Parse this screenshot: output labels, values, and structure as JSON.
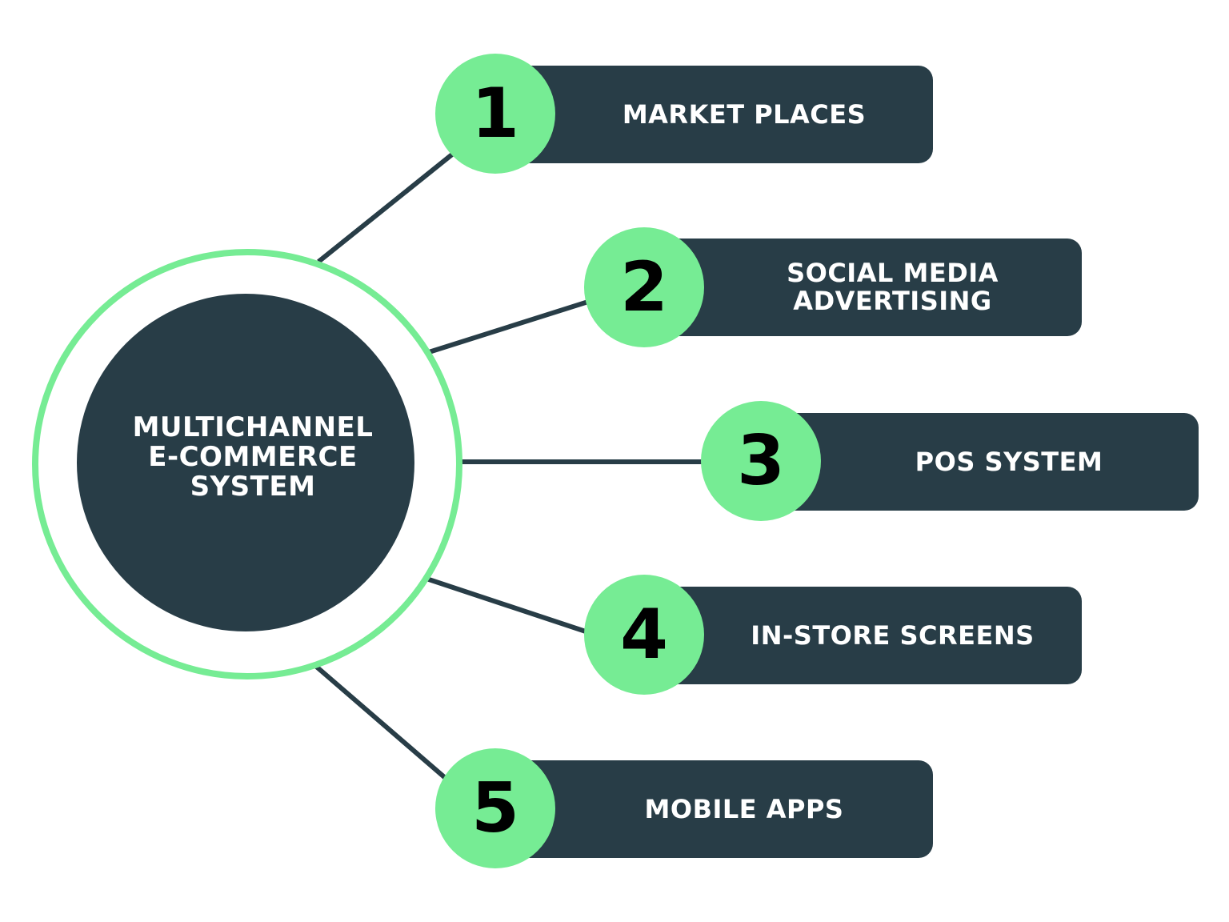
{
  "colors": {
    "accent_green": "#76ec94",
    "dark_slate": "#283d47",
    "background": "#ffffff",
    "label_text": "#ffffff",
    "number_text": "#000000"
  },
  "hub": {
    "lines": [
      "MULTICHANNEL",
      "E-COMMERCE",
      "SYSTEM"
    ]
  },
  "channels": [
    {
      "number": "1",
      "lines": [
        "MARKET PLACES"
      ]
    },
    {
      "number": "2",
      "lines": [
        "SOCIAL MEDIA",
        "ADVERTISING"
      ]
    },
    {
      "number": "3",
      "lines": [
        "POS SYSTEM"
      ]
    },
    {
      "number": "4",
      "lines": [
        "IN-STORE SCREENS"
      ]
    },
    {
      "number": "5",
      "lines": [
        "MOBILE APPS"
      ]
    }
  ]
}
